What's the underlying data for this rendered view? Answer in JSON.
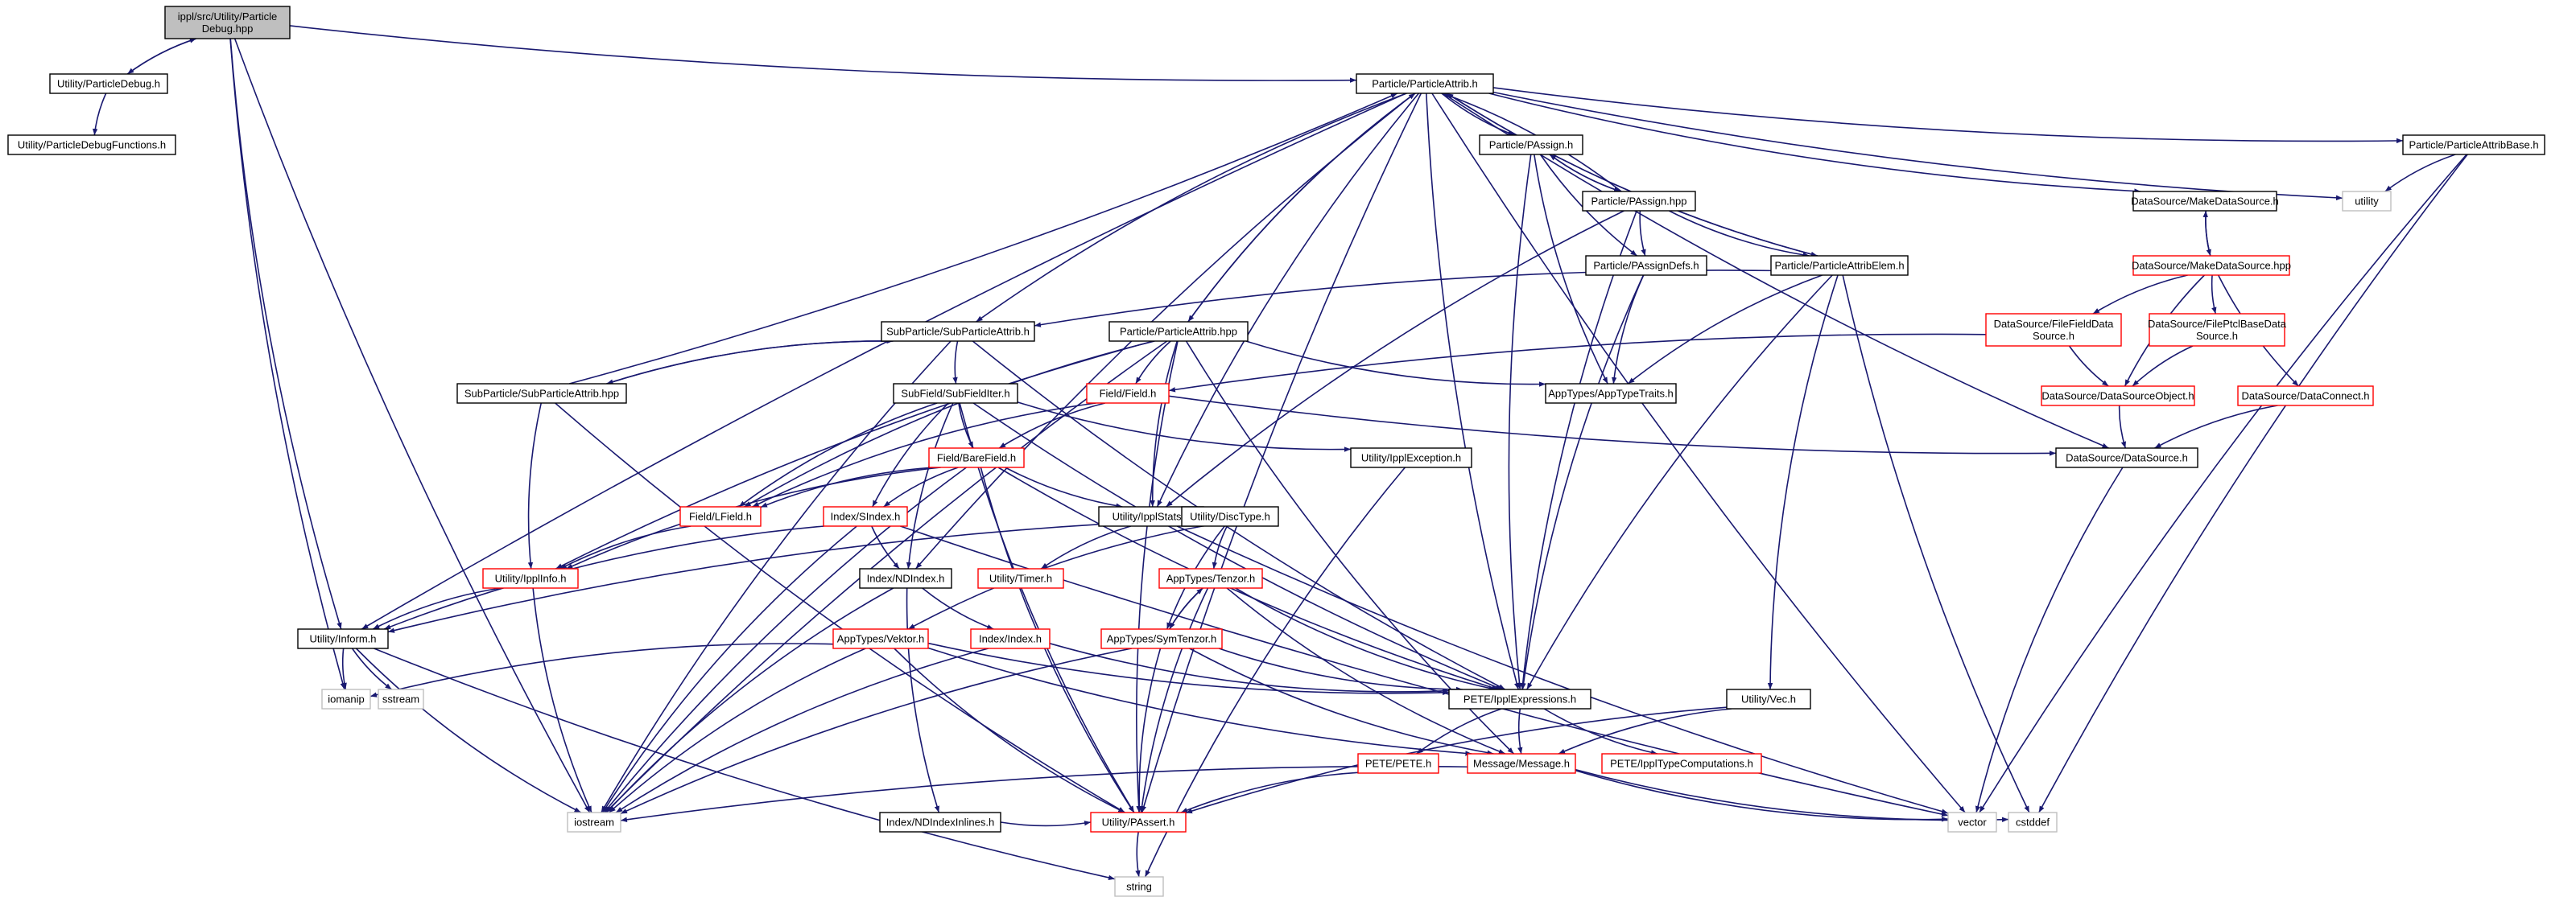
{
  "colors": {
    "edge": "#191970",
    "node_border_black": "#000000",
    "node_border_red": "#ff0000",
    "node_border_gray": "#bfbfbf",
    "root_fill": "#bfbfbf",
    "node_fill": "#ffffff",
    "text": "#000000"
  },
  "nodes": [
    {
      "id": "root",
      "lines": [
        "ippl/src/Utility/Particle",
        "Debug.hpp"
      ],
      "style": "root"
    },
    {
      "id": "pdebug_h",
      "lines": [
        "Utility/ParticleDebug.h"
      ],
      "style": "black"
    },
    {
      "id": "pdebugfn",
      "lines": [
        "Utility/ParticleDebugFunctions.h"
      ],
      "style": "black"
    },
    {
      "id": "pattrib_h",
      "lines": [
        "Particle/ParticleAttrib.h"
      ],
      "style": "black"
    },
    {
      "id": "pattribbase",
      "lines": [
        "Particle/ParticleAttribBase.h"
      ],
      "style": "black"
    },
    {
      "id": "utility",
      "lines": [
        "utility"
      ],
      "style": "gray"
    },
    {
      "id": "passign_h",
      "lines": [
        "Particle/PAssign.h"
      ],
      "style": "black"
    },
    {
      "id": "passign_hpp",
      "lines": [
        "Particle/PAssign.hpp"
      ],
      "style": "black"
    },
    {
      "id": "passigndefs",
      "lines": [
        "Particle/PAssignDefs.h"
      ],
      "style": "black"
    },
    {
      "id": "pattribelem",
      "lines": [
        "Particle/ParticleAttribElem.h"
      ],
      "style": "black"
    },
    {
      "id": "makeds_h",
      "lines": [
        "DataSource/MakeDataSource.h"
      ],
      "style": "black"
    },
    {
      "id": "makeds_hpp",
      "lines": [
        "DataSource/MakeDataSource.hpp"
      ],
      "style": "red"
    },
    {
      "id": "filefield",
      "lines": [
        "DataSource/FileFieldData",
        "Source.h"
      ],
      "style": "red"
    },
    {
      "id": "fileptcl",
      "lines": [
        "DataSource/FilePtclBaseData",
        "Source.h"
      ],
      "style": "red"
    },
    {
      "id": "dsobject",
      "lines": [
        "DataSource/DataSourceObject.h"
      ],
      "style": "red"
    },
    {
      "id": "dsconnect",
      "lines": [
        "DataSource/DataConnect.h"
      ],
      "style": "red"
    },
    {
      "id": "ds_h",
      "lines": [
        "DataSource/DataSource.h"
      ],
      "style": "black"
    },
    {
      "id": "subpattrib_h",
      "lines": [
        "SubParticle/SubParticleAttrib.h"
      ],
      "style": "black"
    },
    {
      "id": "pattrib_hpp",
      "lines": [
        "Particle/ParticleAttrib.hpp"
      ],
      "style": "black"
    },
    {
      "id": "subpattrib_hpp",
      "lines": [
        "SubParticle/SubParticleAttrib.hpp"
      ],
      "style": "black"
    },
    {
      "id": "subfielditer",
      "lines": [
        "SubField/SubFieldIter.h"
      ],
      "style": "black"
    },
    {
      "id": "field_h",
      "lines": [
        "Field/Field.h"
      ],
      "style": "red"
    },
    {
      "id": "apptypetraits",
      "lines": [
        "AppTypes/AppTypeTraits.h"
      ],
      "style": "black"
    },
    {
      "id": "bareField",
      "lines": [
        "Field/BareField.h"
      ],
      "style": "red"
    },
    {
      "id": "ipplexception",
      "lines": [
        "Utility/IpplException.h"
      ],
      "style": "black"
    },
    {
      "id": "lfield",
      "lines": [
        "Field/LField.h"
      ],
      "style": "red"
    },
    {
      "id": "sindex",
      "lines": [
        "Index/SIndex.h"
      ],
      "style": "red"
    },
    {
      "id": "ipplstats",
      "lines": [
        "Utility/IpplStats.h"
      ],
      "style": "black"
    },
    {
      "id": "disctype",
      "lines": [
        "Utility/DiscType.h"
      ],
      "style": "black"
    },
    {
      "id": "ipplinfo",
      "lines": [
        "Utility/IpplInfo.h"
      ],
      "style": "red"
    },
    {
      "id": "timer",
      "lines": [
        "Utility/Timer.h"
      ],
      "style": "red"
    },
    {
      "id": "ndindex",
      "lines": [
        "Index/NDIndex.h"
      ],
      "style": "black"
    },
    {
      "id": "tenzor",
      "lines": [
        "AppTypes/Tenzor.h"
      ],
      "style": "red"
    },
    {
      "id": "inform",
      "lines": [
        "Utility/Inform.h"
      ],
      "style": "black"
    },
    {
      "id": "vektor",
      "lines": [
        "AppTypes/Vektor.h"
      ],
      "style": "red"
    },
    {
      "id": "index_h",
      "lines": [
        "Index/Index.h"
      ],
      "style": "red"
    },
    {
      "id": "symtenzor",
      "lines": [
        "AppTypes/SymTenzor.h"
      ],
      "style": "red"
    },
    {
      "id": "iomanip",
      "lines": [
        "iomanip"
      ],
      "style": "gray"
    },
    {
      "id": "sstream",
      "lines": [
        "sstream"
      ],
      "style": "gray"
    },
    {
      "id": "ipplexpr",
      "lines": [
        "PETE/IpplExpressions.h"
      ],
      "style": "black"
    },
    {
      "id": "vec_h",
      "lines": [
        "Utility/Vec.h"
      ],
      "style": "black"
    },
    {
      "id": "pete_h",
      "lines": [
        "PETE/PETE.h"
      ],
      "style": "red"
    },
    {
      "id": "message",
      "lines": [
        "Message/Message.h"
      ],
      "style": "red"
    },
    {
      "id": "iptypecomp",
      "lines": [
        "PETE/IpplTypeComputations.h"
      ],
      "style": "red"
    },
    {
      "id": "ndindexinl",
      "lines": [
        "Index/NDIndexInlines.h"
      ],
      "style": "black"
    },
    {
      "id": "iostream",
      "lines": [
        "iostream"
      ],
      "style": "gray"
    },
    {
      "id": "passert",
      "lines": [
        "Utility/PAssert.h"
      ],
      "style": "red"
    },
    {
      "id": "vector",
      "lines": [
        "vector"
      ],
      "style": "gray"
    },
    {
      "id": "cstddef",
      "lines": [
        "cstddef"
      ],
      "style": "gray"
    },
    {
      "id": "string",
      "lines": [
        "string"
      ],
      "style": "gray"
    }
  ],
  "edges": [
    [
      "root",
      "pdebug_h"
    ],
    [
      "pdebug_h",
      "root"
    ],
    [
      "pdebug_h",
      "pdebugfn"
    ],
    [
      "root",
      "pattrib_h"
    ],
    [
      "root",
      "inform"
    ],
    [
      "root",
      "iomanip"
    ],
    [
      "root",
      "iostream"
    ],
    [
      "pattrib_h",
      "pattribbase"
    ],
    [
      "pattrib_h",
      "utility"
    ],
    [
      "pattrib_h",
      "passign_h"
    ],
    [
      "pattrib_h",
      "makeds_h"
    ],
    [
      "pattrib_h",
      "pattribelem"
    ],
    [
      "pattrib_h",
      "subpattrib_h"
    ],
    [
      "pattrib_h",
      "pattrib_hpp"
    ],
    [
      "pattrib_h",
      "ds_h"
    ],
    [
      "pattrib_h",
      "inform"
    ],
    [
      "pattrib_h",
      "ndindex"
    ],
    [
      "pattrib_h",
      "ipplstats"
    ],
    [
      "pattrib_h",
      "ipplexpr"
    ],
    [
      "pattrib_h",
      "passert"
    ],
    [
      "pattrib_h",
      "vector"
    ],
    [
      "pattribbase",
      "utility"
    ],
    [
      "pattribbase",
      "vector"
    ],
    [
      "pattribbase",
      "cstddef"
    ],
    [
      "passign_h",
      "passign_hpp"
    ],
    [
      "passign_h",
      "passigndefs"
    ],
    [
      "passign_h",
      "apptypetraits"
    ],
    [
      "passign_h",
      "ipplexpr"
    ],
    [
      "passign_hpp",
      "passign_h"
    ],
    [
      "passign_hpp",
      "pattrib_h"
    ],
    [
      "passign_hpp",
      "pattribelem"
    ],
    [
      "passign_hpp",
      "ipplexpr"
    ],
    [
      "passign_hpp",
      "ipplstats"
    ],
    [
      "passign_hpp",
      "passigndefs"
    ],
    [
      "passigndefs",
      "apptypetraits"
    ],
    [
      "passigndefs",
      "ipplexpr"
    ],
    [
      "pattribelem",
      "pattrib_h"
    ],
    [
      "pattribelem",
      "apptypetraits"
    ],
    [
      "pattribelem",
      "ipplexpr"
    ],
    [
      "pattribelem",
      "vec_h"
    ],
    [
      "pattribelem",
      "cstddef"
    ],
    [
      "pattribelem",
      "subpattrib_h"
    ],
    [
      "makeds_h",
      "makeds_hpp"
    ],
    [
      "makeds_hpp",
      "makeds_h"
    ],
    [
      "makeds_hpp",
      "filefield"
    ],
    [
      "makeds_hpp",
      "fileptcl"
    ],
    [
      "makeds_hpp",
      "dsobject"
    ],
    [
      "makeds_hpp",
      "dsconnect"
    ],
    [
      "filefield",
      "dsobject"
    ],
    [
      "filefield",
      "field_h"
    ],
    [
      "fileptcl",
      "dsobject"
    ],
    [
      "dsobject",
      "ds_h"
    ],
    [
      "dsconnect",
      "ds_h"
    ],
    [
      "ds_h",
      "vector"
    ],
    [
      "subpattrib_h",
      "subpattrib_hpp"
    ],
    [
      "subpattrib_h",
      "subfielditer"
    ],
    [
      "subpattrib_h",
      "iostream"
    ],
    [
      "subpattrib_h",
      "ipplexpr"
    ],
    [
      "subpattrib_hpp",
      "subpattrib_h"
    ],
    [
      "subpattrib_hpp",
      "pattrib_h"
    ],
    [
      "subpattrib_hpp",
      "ipplinfo"
    ],
    [
      "subpattrib_hpp",
      "passert"
    ],
    [
      "pattrib_hpp",
      "pattrib_h"
    ],
    [
      "pattrib_hpp",
      "field_h"
    ],
    [
      "pattrib_hpp",
      "lfield"
    ],
    [
      "pattrib_hpp",
      "ipplstats"
    ],
    [
      "pattrib_hpp",
      "ipplinfo"
    ],
    [
      "pattrib_hpp",
      "apptypetraits"
    ],
    [
      "pattrib_hpp",
      "message"
    ],
    [
      "pattrib_hpp",
      "iostream"
    ],
    [
      "pattrib_hpp",
      "passert"
    ],
    [
      "subfielditer",
      "bareField"
    ],
    [
      "subfielditer",
      "sindex"
    ],
    [
      "subfielditer",
      "lfield"
    ],
    [
      "subfielditer",
      "ndindex"
    ],
    [
      "subfielditer",
      "ipplexception"
    ],
    [
      "subfielditer",
      "ipplexpr"
    ],
    [
      "subfielditer",
      "passert"
    ],
    [
      "field_h",
      "bareField"
    ],
    [
      "field_h",
      "lfield"
    ],
    [
      "field_h",
      "ds_h"
    ],
    [
      "bareField",
      "lfield"
    ],
    [
      "bareField",
      "sindex"
    ],
    [
      "bareField",
      "ipplstats"
    ],
    [
      "bareField",
      "ipplinfo"
    ],
    [
      "bareField",
      "ipplexpr"
    ],
    [
      "bareField",
      "iostream"
    ],
    [
      "bareField",
      "passert"
    ],
    [
      "ipplexception",
      "string"
    ],
    [
      "lfield",
      "ipplinfo"
    ],
    [
      "sindex",
      "ndindex"
    ],
    [
      "sindex",
      "inform"
    ],
    [
      "sindex",
      "iostream"
    ],
    [
      "sindex",
      "vector"
    ],
    [
      "ipplstats",
      "timer"
    ],
    [
      "ipplstats",
      "inform"
    ],
    [
      "ipplstats",
      "vector"
    ],
    [
      "disctype",
      "tenzor"
    ],
    [
      "disctype",
      "symtenzor"
    ],
    [
      "disctype",
      "vektor"
    ],
    [
      "ipplinfo",
      "inform"
    ],
    [
      "ipplinfo",
      "iostream"
    ],
    [
      "ndindex",
      "index_h"
    ],
    [
      "ndindex",
      "ndindexinl"
    ],
    [
      "ndindex",
      "iostream"
    ],
    [
      "tenzor",
      "symtenzor"
    ],
    [
      "tenzor",
      "ipplexpr"
    ],
    [
      "tenzor",
      "message"
    ],
    [
      "tenzor",
      "passert"
    ],
    [
      "inform",
      "iomanip"
    ],
    [
      "inform",
      "sstream"
    ],
    [
      "inform",
      "iostream"
    ],
    [
      "inform",
      "string"
    ],
    [
      "vektor",
      "iomanip"
    ],
    [
      "vektor",
      "ipplexpr"
    ],
    [
      "vektor",
      "message"
    ],
    [
      "vektor",
      "iostream"
    ],
    [
      "vektor",
      "passert"
    ],
    [
      "index_h",
      "ipplexpr"
    ],
    [
      "index_h",
      "iostream"
    ],
    [
      "symtenzor",
      "tenzor"
    ],
    [
      "symtenzor",
      "ipplexpr"
    ],
    [
      "symtenzor",
      "message"
    ],
    [
      "symtenzor",
      "passert"
    ],
    [
      "symtenzor",
      "iostream"
    ],
    [
      "ipplexpr",
      "pete_h"
    ],
    [
      "ipplexpr",
      "message"
    ],
    [
      "ipplexpr",
      "iptypecomp"
    ],
    [
      "vec_h",
      "message"
    ],
    [
      "vec_h",
      "passert"
    ],
    [
      "pete_h",
      "passert"
    ],
    [
      "message",
      "iostream"
    ],
    [
      "message",
      "vector"
    ],
    [
      "message",
      "cstddef"
    ],
    [
      "ndindexinl",
      "passert"
    ],
    [
      "passert",
      "string"
    ]
  ]
}
